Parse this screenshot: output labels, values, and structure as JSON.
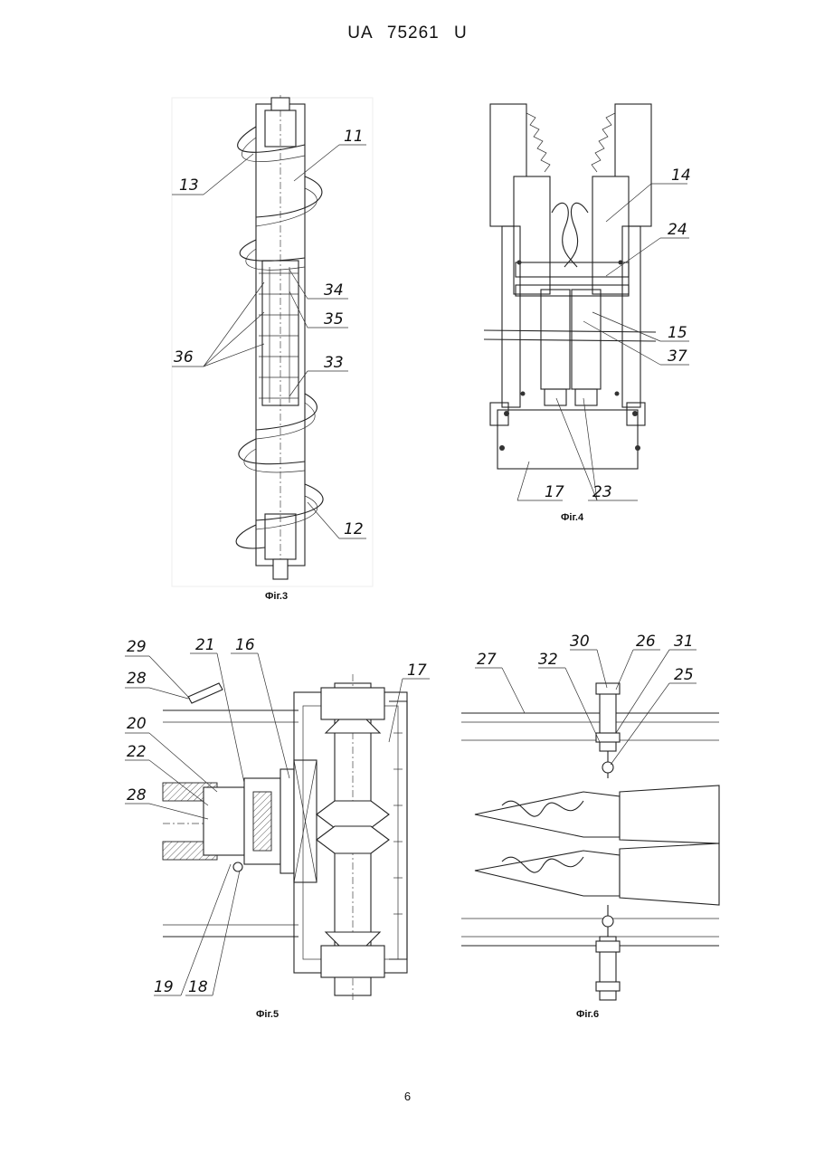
{
  "header": {
    "text": "UA   75261   U"
  },
  "page_number": "6",
  "figures": {
    "fig3": {
      "caption": "Фіг.3",
      "labels": {
        "l11": "11",
        "l12": "12",
        "l13": "13",
        "l33": "33",
        "l34": "34",
        "l35": "35",
        "l36": "36"
      }
    },
    "fig4": {
      "caption": "Фіг.4",
      "labels": {
        "l14": "14",
        "l15": "15",
        "l17": "17",
        "l23": "23",
        "l24": "24",
        "l37": "37"
      }
    },
    "fig5": {
      "caption": "Фіг.5",
      "labels": {
        "l16": "16",
        "l17": "17",
        "l18": "18",
        "l19": "19",
        "l20": "20",
        "l21": "21",
        "l22": "22",
        "l28a": "28",
        "l28b": "28",
        "l29": "29"
      }
    },
    "fig6": {
      "caption": "Фіг.6",
      "labels": {
        "l25": "25",
        "l26": "26",
        "l27": "27",
        "l30": "30",
        "l31": "31",
        "l32": "32"
      }
    }
  }
}
